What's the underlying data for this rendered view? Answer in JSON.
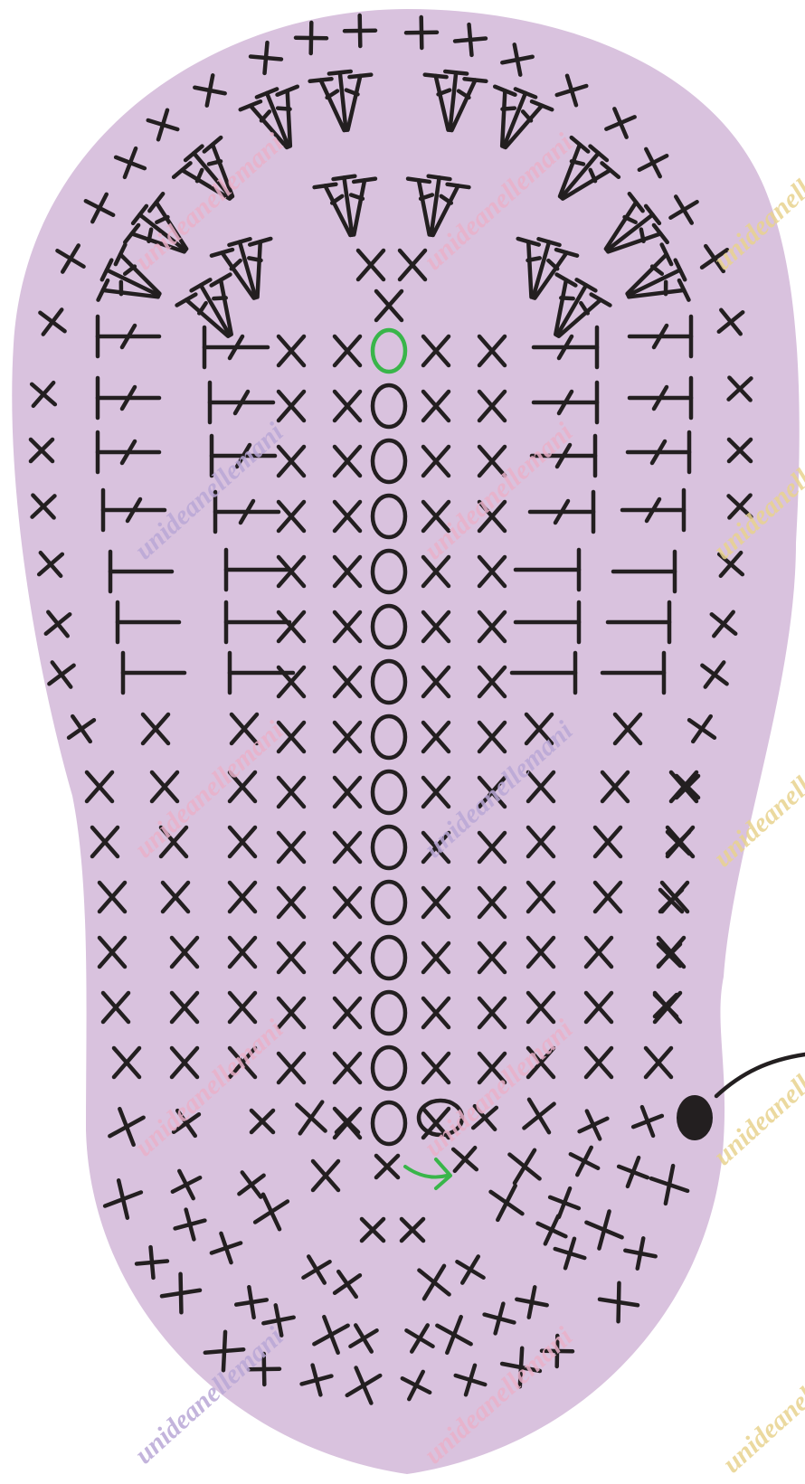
{
  "diagram": {
    "type": "crochet-chart",
    "subject": "sole",
    "colors": {
      "background": "#ffffff",
      "sole_fill": "#d9c2de",
      "stitch_stroke": "#231f20",
      "highlight_chain": "#39b54a",
      "direction_arrow": "#39b54a",
      "watermark_a": "#e9b0c9",
      "watermark_b": "#b9a7d6",
      "watermark_c": "#e8d28e"
    },
    "symbols": [
      {
        "name": "chain",
        "shape": "oval"
      },
      {
        "name": "single-crochet",
        "shape": "x"
      },
      {
        "name": "half-double-crochet",
        "shape": "T"
      },
      {
        "name": "double-crochet",
        "shape": "crossed T"
      },
      {
        "name": "slip-stitch",
        "shape": "dot"
      }
    ],
    "foundation_chain_length": 15,
    "start_marker": "green-oval",
    "direction_marker": "green-arrow"
  },
  "watermark": {
    "text": "unideanellemani"
  }
}
